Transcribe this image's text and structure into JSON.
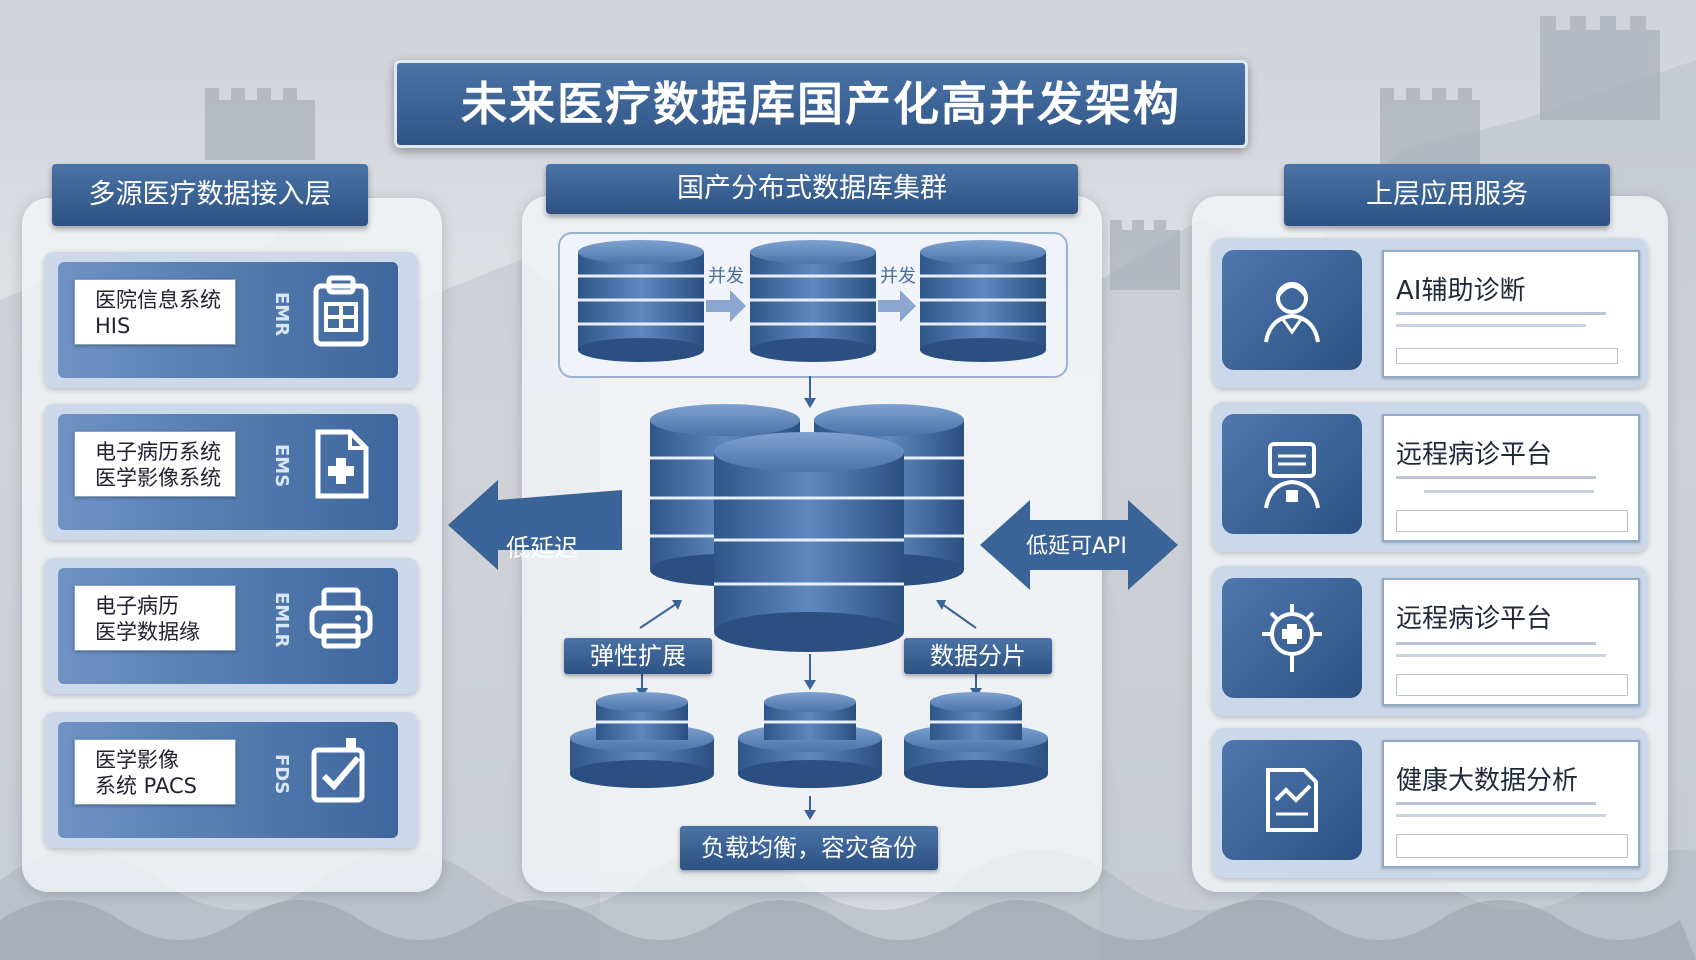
{
  "title": "未来医疗数据库国产化高并发架构",
  "left": {
    "header": "多源医疗数据接入层",
    "sources": [
      {
        "line1": "医院信息系统",
        "line2": "HIS",
        "tab": "EMR",
        "icon": "clipboard-icon"
      },
      {
        "line1": "电子病历系统",
        "line2": "医学影像系统",
        "tab": "EMS",
        "icon": "medical-document-icon"
      },
      {
        "line1": "电子病历",
        "line2": "医学数据缘",
        "tab": "EMLR",
        "icon": "printer-icon"
      },
      {
        "line1": "医学影像",
        "line2": "系统 PACS",
        "tab": "FDS",
        "icon": "checklist-icon"
      }
    ]
  },
  "center": {
    "header": "国产分布式数据库集群",
    "concurrency_label_1": "并发",
    "concurrency_label_2": "并发",
    "left_arrow": "低延迟",
    "right_arrow": "低延可API",
    "elastic": "弹性扩展",
    "sharding": "数据分片",
    "bottom": "负载均衡，容灾备份"
  },
  "right": {
    "header": "上层应用服务",
    "apps": [
      {
        "name": "AI辅助诊断",
        "icon": "doctor-avatar-icon"
      },
      {
        "name": "远程病诊平台",
        "icon": "remote-consult-icon"
      },
      {
        "name": "远程病诊平台",
        "icon": "medical-gear-icon"
      },
      {
        "name": "健康大数据分析",
        "icon": "data-analysis-icon"
      }
    ]
  },
  "colors": {
    "primary": "#3a6398",
    "dark": "#2d5284",
    "accent": "#6e93c4"
  }
}
